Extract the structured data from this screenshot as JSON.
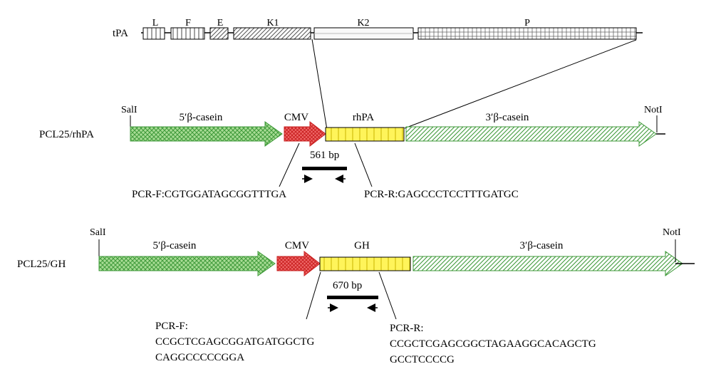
{
  "tpa": {
    "label": "tPA",
    "domains": {
      "l": "L",
      "f": "F",
      "e": "E",
      "k1": "K1",
      "k2": "K2",
      "p": "P"
    }
  },
  "construct1": {
    "label": "PCL25/rhPA",
    "sali": "SalI",
    "noti": "NotI",
    "seg5": "5′β-casein",
    "cmv": "CMV",
    "insert": "rhPA",
    "seg3": "3′β-casein",
    "product": "561 bp",
    "pcr_f": "PCR-F:CGTGGATAGCGGTTTGA",
    "pcr_r": "PCR-R:GAGCCCTCCTTTGATGC"
  },
  "construct2": {
    "label": "PCL25/GH",
    "sali": "SalI",
    "noti": "NotI",
    "seg5": "5′β-casein",
    "cmv": "CMV",
    "insert": "GH",
    "seg3": "3′β-casein",
    "product": "670 bp",
    "pcr_f_title": "PCR-F:",
    "pcr_f_line1": "CCGCTCGAGCGGATGATGGCTG",
    "pcr_f_line2": "CAGGCCCCCGGA",
    "pcr_r_title": "PCR-R:",
    "pcr_r_line1": "CCGCTCGAGCGGCTAGAAGGCACAGCTG",
    "pcr_r_line2": "GCCTCCCCG"
  },
  "colors": {
    "casein": "#9ed28a",
    "casein_hatch": "#3f9a3a",
    "cmv": "#e03030",
    "insert": "#fff45a",
    "insert_line": "#c9b400"
  }
}
